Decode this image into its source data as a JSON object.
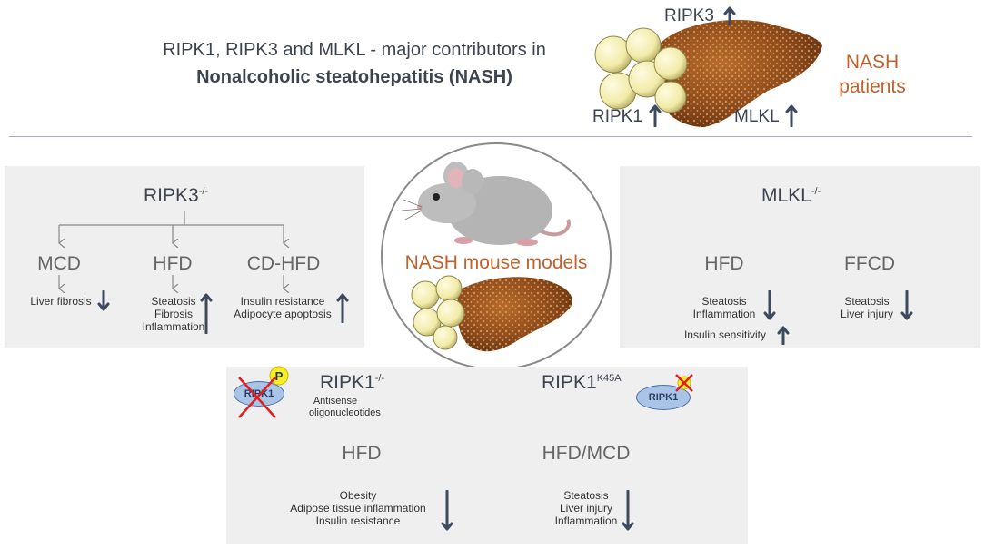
{
  "title": {
    "line1": "RIPK1, RIPK3 and MLKL - major contributors in",
    "line2": "Nonalcoholic steatohepatitis (NASH)"
  },
  "top_image": {
    "ripk3": "RIPK3",
    "ripk1": "RIPK1",
    "mlkl": "MLKL",
    "nash_label_1": "NASH",
    "nash_label_2": "patients"
  },
  "center": {
    "label": "NASH mouse models"
  },
  "left_panel": {
    "header": "RIPK3",
    "header_sup": "-/-",
    "branches": [
      {
        "diet": "MCD",
        "effects": [
          "Liver fibrosis"
        ],
        "direction": "down"
      },
      {
        "diet": "HFD",
        "effects": [
          "Steatosis",
          "Fibrosis",
          "Inflammation"
        ],
        "direction": "up"
      },
      {
        "diet": "CD-HFD",
        "effects": [
          "Insulin resistance",
          "Adipocyte apoptosis"
        ],
        "direction": "up"
      }
    ]
  },
  "right_panel": {
    "header": "MLKL",
    "header_sup": "-/-",
    "branches": [
      {
        "diet": "HFD",
        "effects": [
          "Steatosis",
          "Inflammation"
        ],
        "direction": "down",
        "extra": "Insulin sensitivity",
        "extra_direction": "up"
      },
      {
        "diet": "FFCD",
        "effects": [
          "Steatosis",
          "Liver injury"
        ],
        "direction": "down"
      }
    ]
  },
  "bottom_panel": {
    "ripk1_ko": "RIPK1",
    "ripk1_ko_sup": "-/-",
    "ripk1_k45a": "RIPK1",
    "ripk1_k45a_sup": "K45A",
    "antisense_1": "Antisense",
    "antisense_2": "oligonucleotides",
    "oval_label_left": "RIPK1",
    "oval_label_right": "RIPK1",
    "p_label": "P",
    "left": {
      "diet": "HFD",
      "effects": [
        "Obesity",
        "Adipose tissue inflammation",
        "Insulin resistance"
      ],
      "direction": "down"
    },
    "right": {
      "diet": "HFD/MCD",
      "effects": [
        "Steatosis",
        "Liver injury",
        "Inflammation"
      ],
      "direction": "down"
    }
  },
  "colors": {
    "accent_orange": "#c0622b",
    "arrow_blue": "#3d4a5e",
    "panel_gray": "#efefef",
    "text_dark": "#3d4450"
  }
}
